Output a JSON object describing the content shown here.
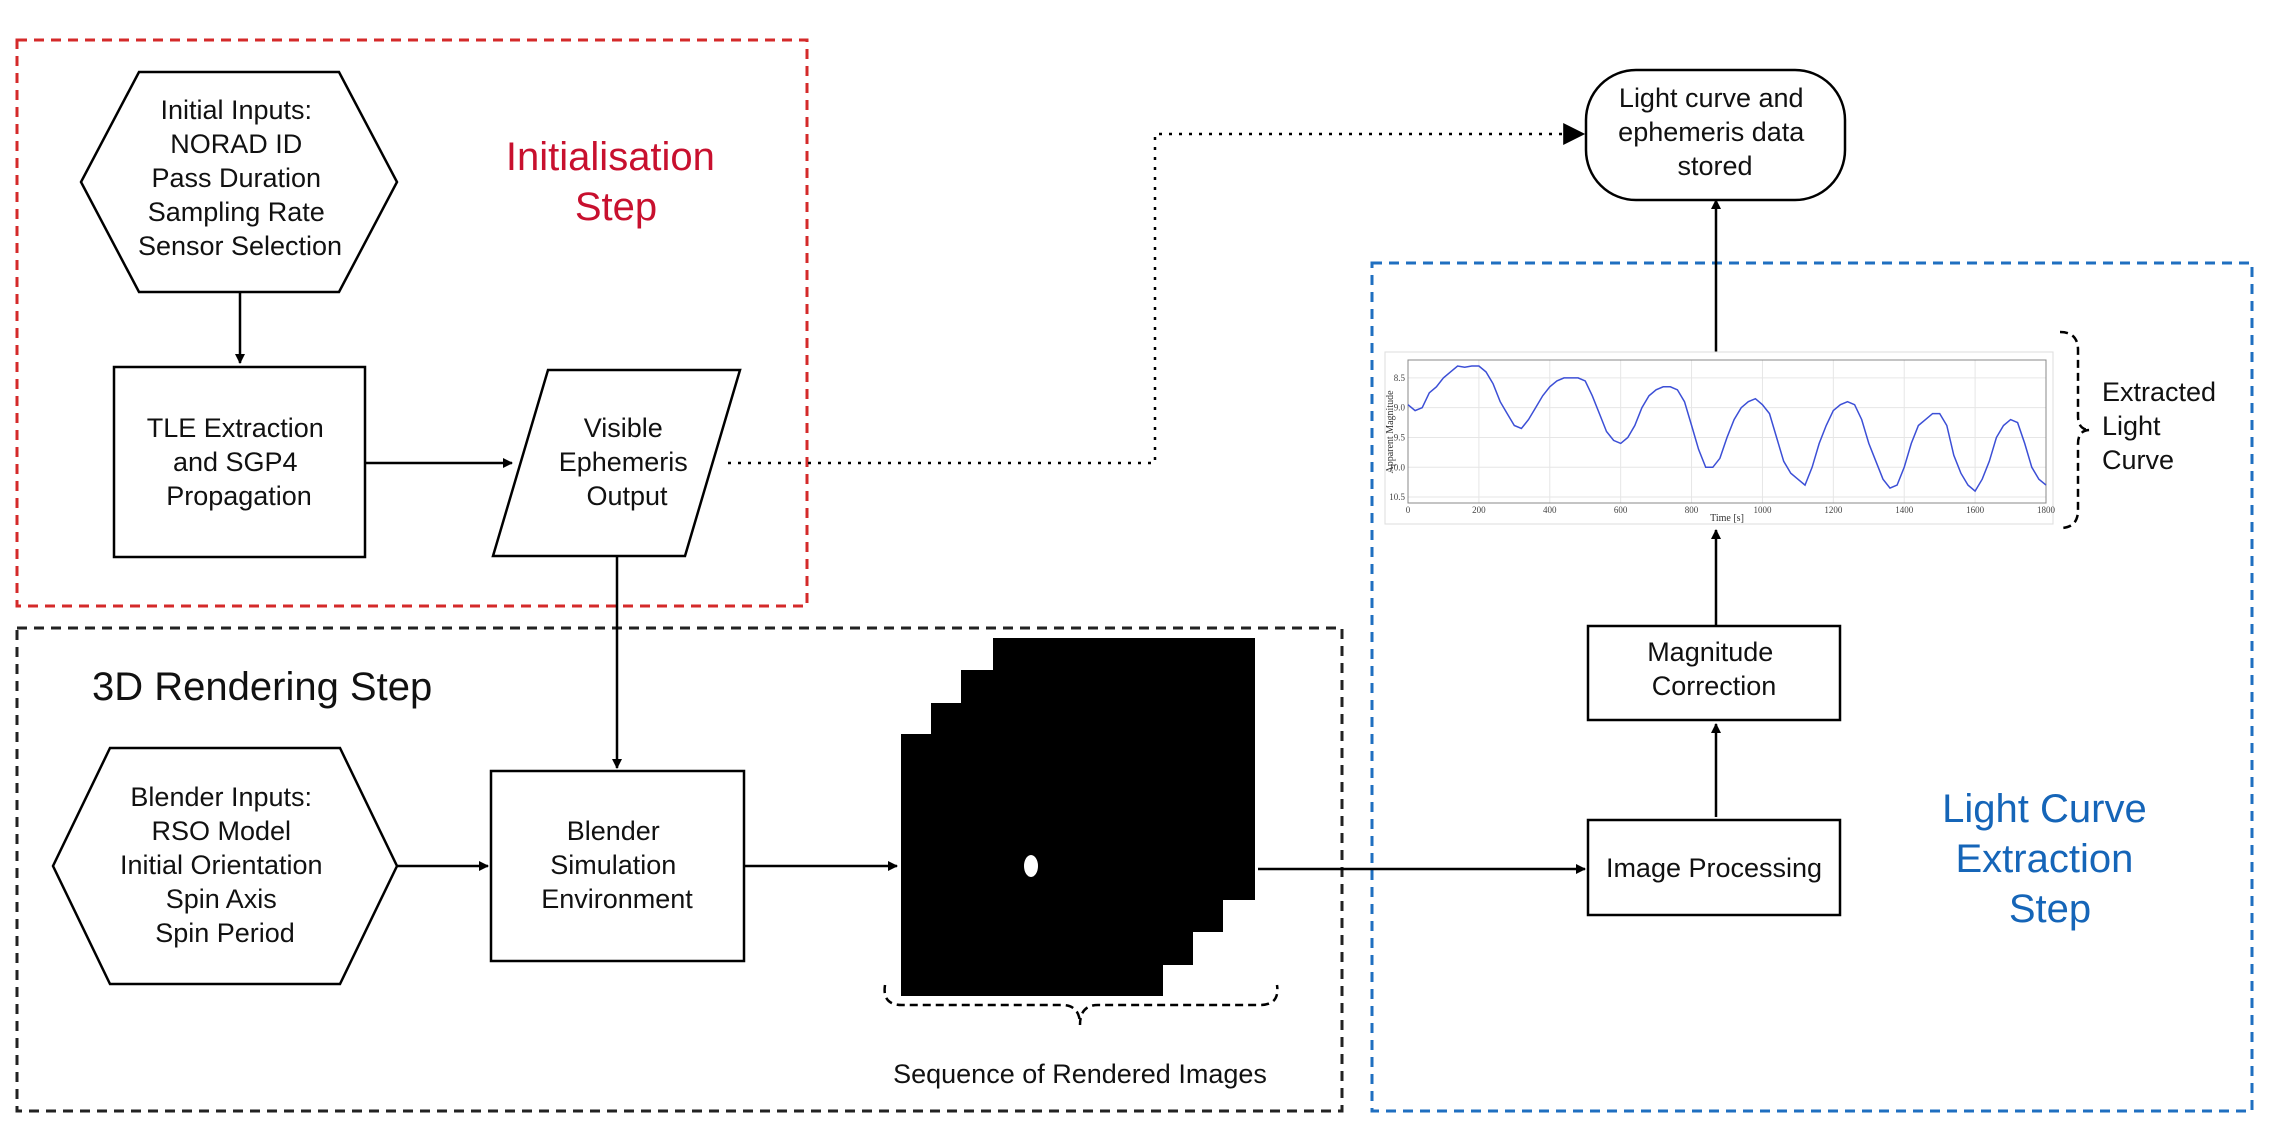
{
  "steps": {
    "initialisation": [
      "Initialisation",
      "Step"
    ],
    "rendering": "3D Rendering Step",
    "extraction": [
      "Light Curve",
      "Extraction",
      "Step"
    ]
  },
  "nodes": {
    "initial_inputs": [
      "Initial Inputs:",
      "NORAD ID",
      "Pass Duration",
      "Sampling Rate",
      "Sensor Selection"
    ],
    "tle_extraction": [
      "TLE Extraction",
      "and SGP4",
      "Propagation"
    ],
    "visible_ephemeris": [
      "Visible",
      "Ephemeris",
      "Output"
    ],
    "blender_inputs": [
      "Blender Inputs:",
      "RSO Model",
      "Initial Orientation",
      "Spin Axis",
      "Spin Period"
    ],
    "blender_sim": [
      "Blender",
      "Simulation",
      "Environment"
    ],
    "image_processing": [
      "Image Processing"
    ],
    "magnitude_correction": [
      "Magnitude",
      "Correction"
    ],
    "stored": [
      "Light curve and",
      "ephemeris data",
      "stored"
    ]
  },
  "labels": {
    "rendered_images": "Sequence of Rendered Images",
    "extracted_light_curve": [
      "Extracted",
      "Light",
      "Curve"
    ]
  },
  "colors": {
    "initialisation_border": "#d42a2a",
    "rendering_border": "#222222",
    "extraction_border": "#1f6fc0",
    "curve_line": "#3c4fd6"
  },
  "chart_data": {
    "type": "line",
    "xlabel": "Time [s]",
    "ylabel": "Apparent Magnitude",
    "xlim": [
      0,
      1800
    ],
    "ylim": [
      10.6,
      8.2
    ],
    "y_inverted": true,
    "grid": true,
    "x_ticks": [
      "0",
      "200",
      "400",
      "600",
      "800",
      "1000",
      "1200",
      "1400",
      "1600",
      "1800"
    ],
    "y_ticks": [
      "8.5",
      "9.0",
      "9.5",
      "10.0",
      "10.5"
    ],
    "series": [
      {
        "x": [
          0,
          20,
          40,
          60,
          80,
          100,
          120,
          140,
          160,
          180,
          200,
          220,
          240,
          260,
          280,
          300,
          320,
          340,
          360,
          380,
          400,
          420,
          440,
          460,
          480,
          500,
          520,
          540,
          560,
          580,
          600,
          620,
          640,
          660,
          680,
          700,
          720,
          740,
          760,
          780,
          800,
          820,
          840,
          860,
          880,
          900,
          920,
          940,
          960,
          980,
          1000,
          1020,
          1040,
          1060,
          1080,
          1100,
          1120,
          1140,
          1160,
          1180,
          1200,
          1220,
          1240,
          1260,
          1280,
          1300,
          1320,
          1340,
          1360,
          1380,
          1400,
          1420,
          1440,
          1460,
          1480,
          1500,
          1520,
          1540,
          1560,
          1580,
          1600,
          1620,
          1640,
          1660,
          1680,
          1700,
          1720,
          1740,
          1760,
          1780,
          1800
        ],
        "y": [
          8.95,
          9.05,
          9.0,
          8.75,
          8.65,
          8.5,
          8.4,
          8.3,
          8.32,
          8.3,
          8.3,
          8.4,
          8.6,
          8.9,
          9.1,
          9.3,
          9.35,
          9.2,
          9.0,
          8.8,
          8.65,
          8.55,
          8.5,
          8.5,
          8.5,
          8.55,
          8.8,
          9.1,
          9.4,
          9.55,
          9.6,
          9.5,
          9.3,
          9.0,
          8.8,
          8.7,
          8.65,
          8.65,
          8.7,
          8.9,
          9.3,
          9.7,
          10.0,
          10.0,
          9.85,
          9.5,
          9.2,
          9.0,
          8.9,
          8.85,
          8.95,
          9.1,
          9.5,
          9.9,
          10.1,
          10.2,
          10.3,
          10.0,
          9.6,
          9.3,
          9.05,
          8.95,
          8.9,
          8.95,
          9.2,
          9.6,
          9.9,
          10.2,
          10.35,
          10.3,
          10.0,
          9.6,
          9.3,
          9.2,
          9.1,
          9.1,
          9.3,
          9.8,
          10.1,
          10.3,
          10.4,
          10.2,
          9.9,
          9.5,
          9.3,
          9.2,
          9.25,
          9.6,
          10.0,
          10.2,
          10.3
        ]
      }
    ]
  }
}
